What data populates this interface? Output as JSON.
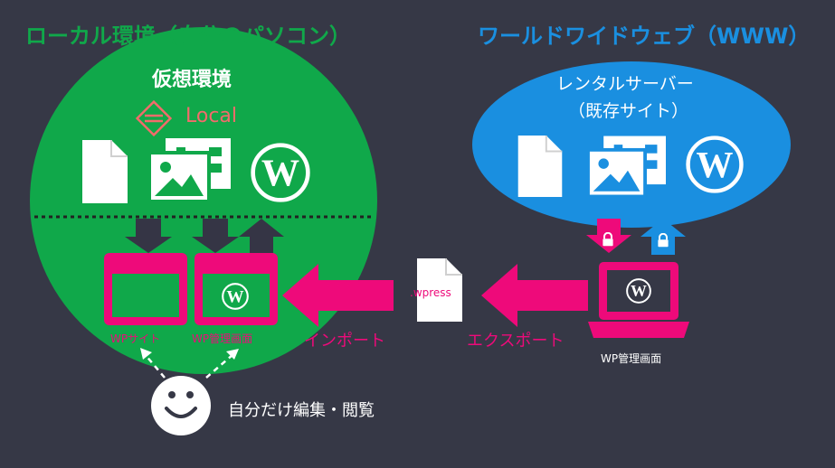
{
  "local": {
    "heading": "ローカル環境（自分のパソコン）",
    "circle_title": "仮想環境",
    "logo_text": "Local",
    "label_site": "WPサイト",
    "label_admin": "WP管理画面"
  },
  "www": {
    "heading": "ワールドワイドウェブ（WWW）",
    "server_line1": "レンタルサーバー",
    "server_line2": "（既存サイト）",
    "label_admin": "WP管理画面"
  },
  "flow": {
    "import_label": "インポート",
    "export_label": "エクスポート",
    "file_ext": ".wpress"
  },
  "user": {
    "caption": "自分だけ編集・閲覧"
  },
  "icons": [
    "file-icon",
    "image-icon",
    "wordpress-icon",
    "lock-icon",
    "laptop-icon",
    "smiley-icon",
    "local-logo-icon"
  ],
  "colors": {
    "background": "#363846",
    "local_green": "#10a84a",
    "www_blue": "#1a8fe0",
    "accent_pink": "#ee0a7a"
  }
}
